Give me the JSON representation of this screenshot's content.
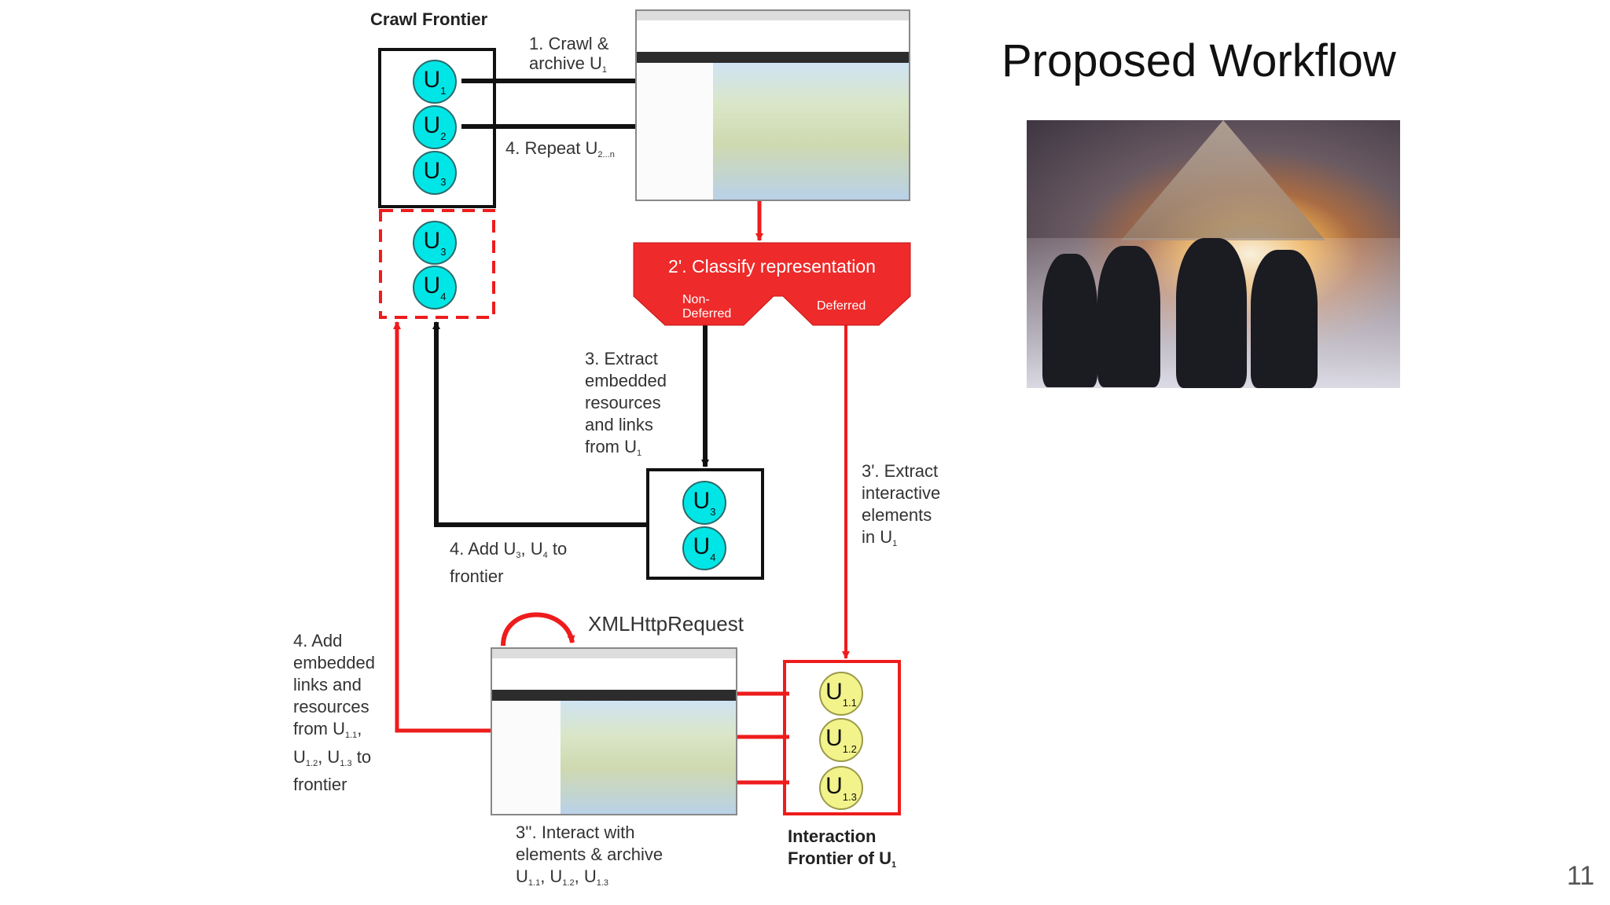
{
  "slide": {
    "title": "Proposed Workflow",
    "page_number": "11"
  },
  "crawl_frontier": {
    "title": "Crawl Frontier",
    "nodes": [
      {
        "letter": "U",
        "sub": "1"
      },
      {
        "letter": "U",
        "sub": "2"
      },
      {
        "letter": "U",
        "sub": "3"
      }
    ],
    "deferred_nodes": [
      {
        "letter": "U",
        "sub": "3"
      },
      {
        "letter": "U",
        "sub": "4"
      }
    ]
  },
  "steps": {
    "s1_line1": "1. Crawl &",
    "s1_line2": "archive U",
    "s1_sub": "1",
    "s4_repeat": "4. Repeat U",
    "s4_repeat_sub": "2...n",
    "classify": "2'. Classify representation",
    "non_deferred": "Non-\nDeferred",
    "deferred": "Deferred",
    "s3_lines": [
      "3. Extract",
      "embedded",
      "resources",
      "and links",
      "from U"
    ],
    "s3_sub": "1",
    "s3p_lines": [
      "3'. Extract",
      "interactive",
      "elements",
      "in U"
    ],
    "s3p_sub": "1",
    "s4_add": {
      "prefix": "4. Add U",
      "sub_a": "3",
      "middle": ", U",
      "sub_b": "4",
      "suffix": " to",
      "line2": "frontier"
    },
    "xhr": "XMLHttpRequest",
    "s4_embedded_lines": [
      "4. Add",
      "embedded",
      "links and",
      "resources",
      "from U"
    ],
    "s4_embedded_u": {
      "sub_a": "1.1",
      "comma": ",",
      "line_prefix": "U",
      "sub_b": "1.2",
      "mid": ", U",
      "sub_c": "1.3",
      "tail": " to",
      "last": "frontier"
    },
    "s3pp_lines": [
      "3''. Interact with",
      "elements & archive"
    ],
    "s3pp_u": {
      "a": "U",
      "sa": "1.1",
      "b": ", U",
      "sb": "1.2",
      "c": ", U",
      "sc": "1.3"
    }
  },
  "extracted_nodes": [
    {
      "letter": "U",
      "sub": "3"
    },
    {
      "letter": "U",
      "sub": "4"
    }
  ],
  "interaction_frontier": {
    "title_line1": "Interaction",
    "title_line2": "Frontier of U",
    "title_sub": "1",
    "nodes": [
      {
        "letter": "U",
        "sub": "1.1"
      },
      {
        "letter": "U",
        "sub": "1.2"
      },
      {
        "letter": "U",
        "sub": "1.3"
      }
    ]
  },
  "colors": {
    "red": "#ee1c1c",
    "black": "#111111",
    "cyan_node": "#00e6e6",
    "yellow_node": "#f3f38c"
  }
}
